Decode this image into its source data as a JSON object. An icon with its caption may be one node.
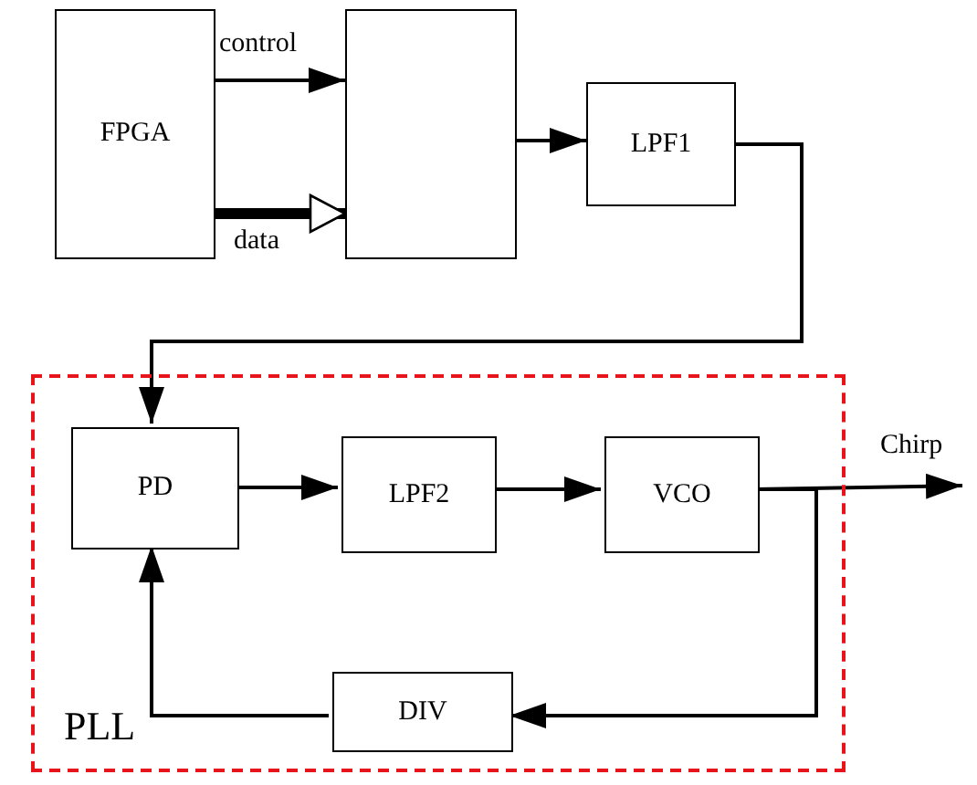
{
  "diagram": {
    "nodes": [
      {
        "text": [
          "FPGA"
        ]
      },
      {
        "text": [],
        "shape": "box"
      },
      {
        "text": [
          "LPF1"
        ]
      },
      {
        "text": [
          "PLL"
        ]
      },
      {
        "text": [
          "PD"
        ],
        "in": 3
      },
      {
        "text": [
          "LPF2"
        ],
        "in": 3
      },
      {
        "text": [
          "VCO"
        ],
        "in": 3
      },
      {
        "text": [
          "DIV"
        ],
        "in": 3
      }
    ],
    "edges": [
      {
        "from": 0,
        "to": 1,
        "arrow": "to",
        "label": "control"
      },
      {
        "from": 0,
        "to": 1,
        "arrow": "to",
        "label": "data",
        "style": "thick"
      },
      {
        "from": 1,
        "to": 2,
        "arrow": "to"
      },
      {
        "from": 2,
        "to": 4,
        "arrow": "to"
      },
      {
        "from": 4,
        "to": 5,
        "arrow": "to"
      },
      {
        "from": 5,
        "to": 6,
        "arrow": "to"
      },
      {
        "from": 6,
        "to": null,
        "arrow": "to",
        "label": "Chirp"
      },
      {
        "from": 6,
        "to": 7,
        "arrow": "to"
      },
      {
        "from": 7,
        "to": 4,
        "arrow": "to"
      }
    ]
  }
}
